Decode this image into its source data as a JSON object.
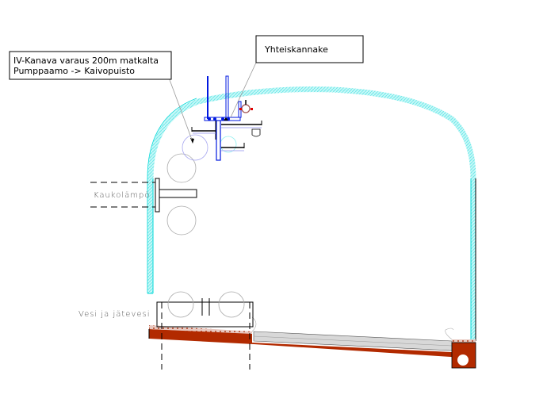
{
  "drawing": {
    "type": "tunnel-cross-section",
    "annotations": {
      "iv_kanava_line1": "IV-Kanava varaus 200m matkalta",
      "iv_kanava_line2": "Pumppaamo -> Kaivopuisto",
      "yhteiskannake": "Yhteiskannake",
      "kaukolampo": "Kaukolämpö",
      "vesi_jatevesi": "Vesi  ja  jätevesi"
    },
    "colors": {
      "lining": "#8ff0f0",
      "lining_edge": "#00e0e0",
      "floor_concrete": "#b22a00",
      "floor_gravel": "#d8b0a0",
      "slab_gray": "#d8d8d8",
      "pipe_blue": "#0018e0",
      "pipe_light": "#a8a8f0",
      "circle_gray": "#a0a0a0",
      "valve_red": "#e00000"
    }
  }
}
